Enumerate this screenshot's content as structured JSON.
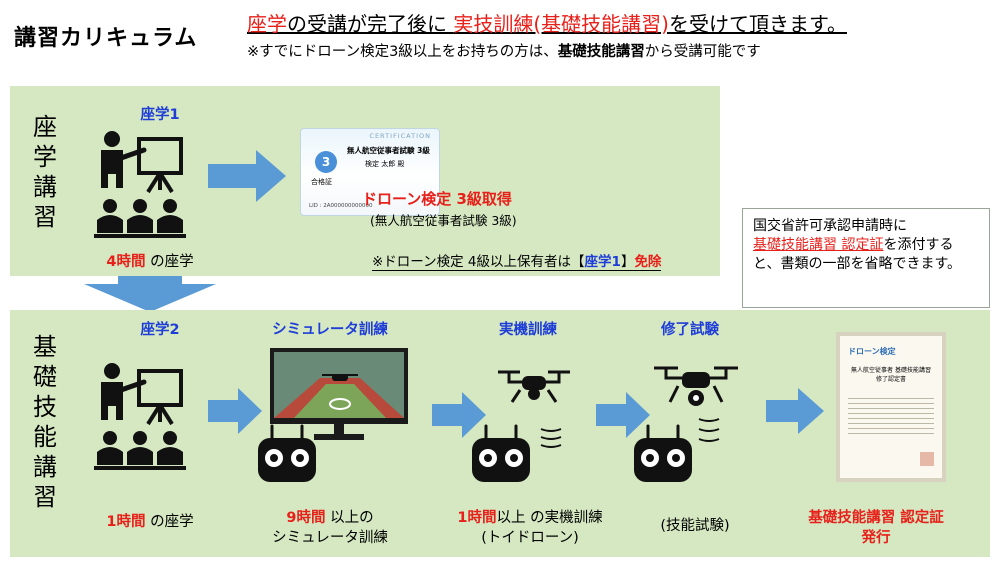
{
  "header": {
    "title": "講習カリキュラム",
    "line1": {
      "part1": "座学",
      "part2": "の受講が完了後に",
      "part3": "実技訓練(基礎技能講習)",
      "part4": "を受けて頂きます。"
    },
    "line2": {
      "part1": "※すでにドローン検定3級以上をお持ちの方は、",
      "part2": "基礎技能講習",
      "part3": "から受講可能です"
    }
  },
  "section_zagaku": {
    "label": "座学講習",
    "step1": {
      "title": "座学1",
      "hours": "4時間",
      "caption_rest": " の座学"
    },
    "certificate": {
      "card_header": "CERTIFICATION",
      "card_title": "無人航空従事者試験 3級",
      "card_name": "検定 太郎 殿",
      "card_level": "3",
      "card_pass": "合格証",
      "card_id": "LID : 2A000000000000",
      "result_main": "ドローン検定 3級取得",
      "result_sub": "(無人航空従事者試験 3級)"
    },
    "exemption": {
      "part1": "※ドローン検定 4級以上保有者は【",
      "part2": "座学1",
      "part3": "】",
      "part4": "免除"
    }
  },
  "section_kiso": {
    "label": "基礎技能講習",
    "steps": [
      {
        "title": "座学2",
        "caption_hours": "1時間",
        "caption_rest": " の座学",
        "caption_line2": ""
      },
      {
        "title": "シミュレータ訓練",
        "caption_hours": "9時間",
        "caption_rest": " 以上の",
        "caption_line2": "シミュレータ訓練"
      },
      {
        "title": "実機訓練",
        "caption_hours": "1時間",
        "caption_rest": "以上 の実機訓練",
        "caption_line2": "(トイドローン)"
      },
      {
        "title": "修了試験",
        "caption_hours": "",
        "caption_rest": "(技能試験)",
        "caption_line2": ""
      }
    ],
    "final": {
      "caption_line1": "基礎技能講習 認定証",
      "caption_line2": "発行",
      "doc_brand": "ドローン検定",
      "doc_title": "無人航空従事者 基礎技能講習 修了認定書"
    }
  },
  "info_box": {
    "part1": "国交省許可承認申請時に",
    "part2": "基礎技能講習 認定証",
    "part3": "を添付すると、書類の一部を省略できます。"
  },
  "colors": {
    "green_box": "#d5e8c2",
    "arrow": "#5b9bd5",
    "red": "#e8201a",
    "blue": "#1f3ed8"
  }
}
